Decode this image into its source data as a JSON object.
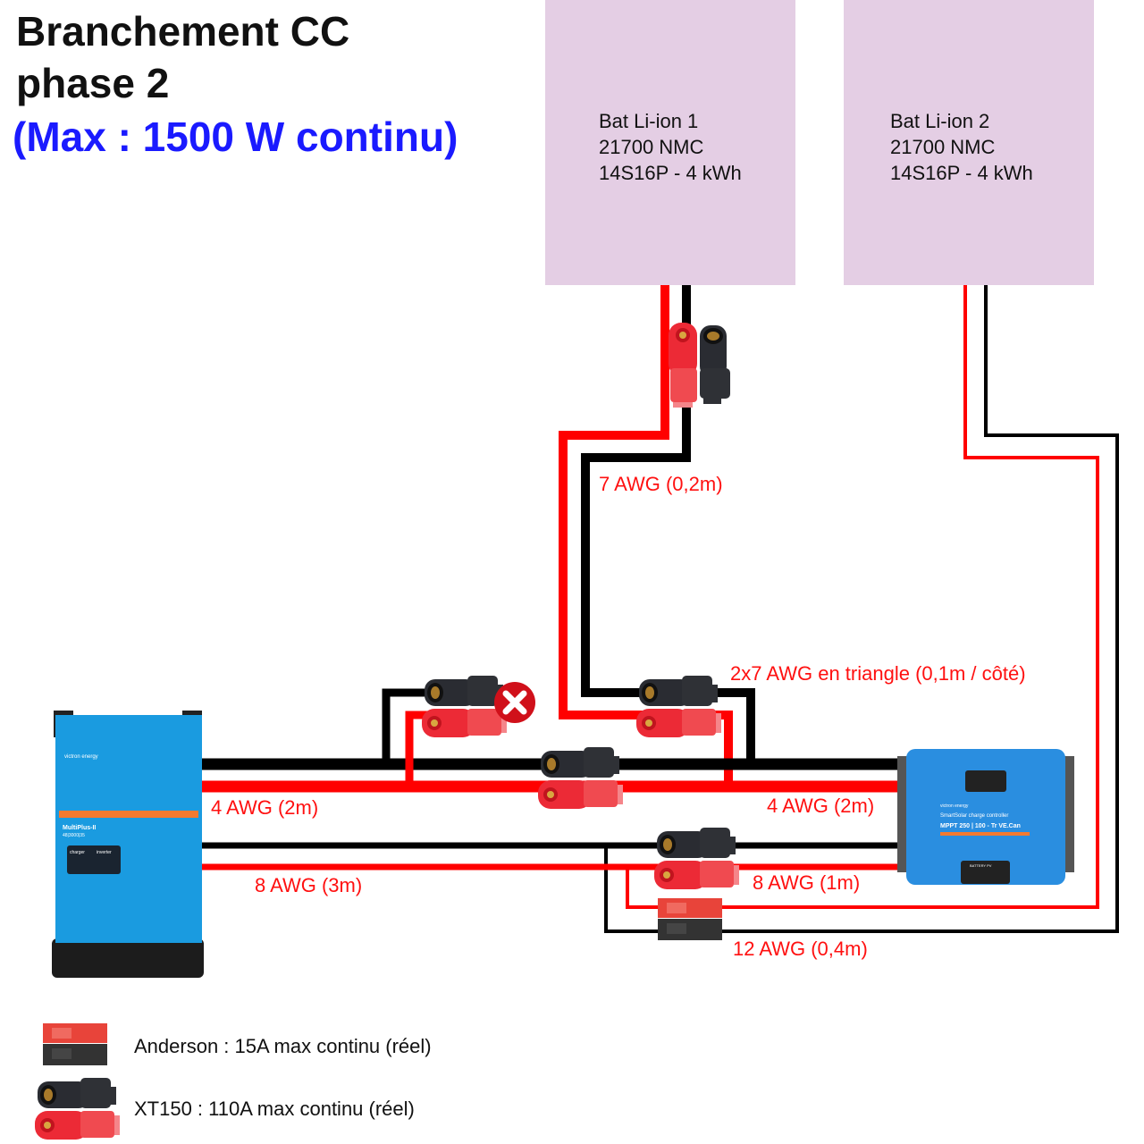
{
  "title": {
    "line1": "Branchement CC",
    "line2": "phase 2",
    "subtitle": "(Max : 1500 W continu)"
  },
  "batteries": [
    {
      "name": "Bat Li-ion 1",
      "cells": "21700 NMC",
      "config": "14S16P - 4 kWh"
    },
    {
      "name": "Bat Li-ion 2",
      "cells": "21700 NMC",
      "config": "14S16P - 4 kWh"
    }
  ],
  "cable_labels": {
    "bat1": "7 AWG (0,2m)",
    "triangle": "2x7 AWG en triangle (0,1m / côté)",
    "inverter_main": "4 AWG (2m)",
    "mppt_main": "4 AWG (2m)",
    "inverter_aux": "8 AWG (3m)",
    "mppt_aux": "8 AWG (1m)",
    "bat2": "12 AWG (0,4m)"
  },
  "devices": {
    "inverter": {
      "brand": "victron energy",
      "model": "MultiPlus-II",
      "sub": "48|3000|35",
      "panel_left": "charger",
      "panel_right": "inverter"
    },
    "mppt": {
      "brand": "victron energy",
      "line1": "SmartSolar charge controller",
      "line2": "MPPT 250 | 100 - Tr  VE.Can",
      "ports": "BATTERY   PV"
    }
  },
  "legend": [
    {
      "icon": "anderson-connector-icon",
      "text": "Anderson : 15A max continu (réel)"
    },
    {
      "icon": "xt150-connector-icon",
      "text": "XT150 : 110A max continu (réel)"
    }
  ],
  "colors": {
    "positive": "#ff0000",
    "negative": "#000000",
    "battery": "#e4cee4",
    "victron_blue": "#1a9be0",
    "title_blue": "#1a1aff",
    "disabled": "#d0101a"
  },
  "icons": {
    "disabled_marker": "x-circle-icon"
  }
}
